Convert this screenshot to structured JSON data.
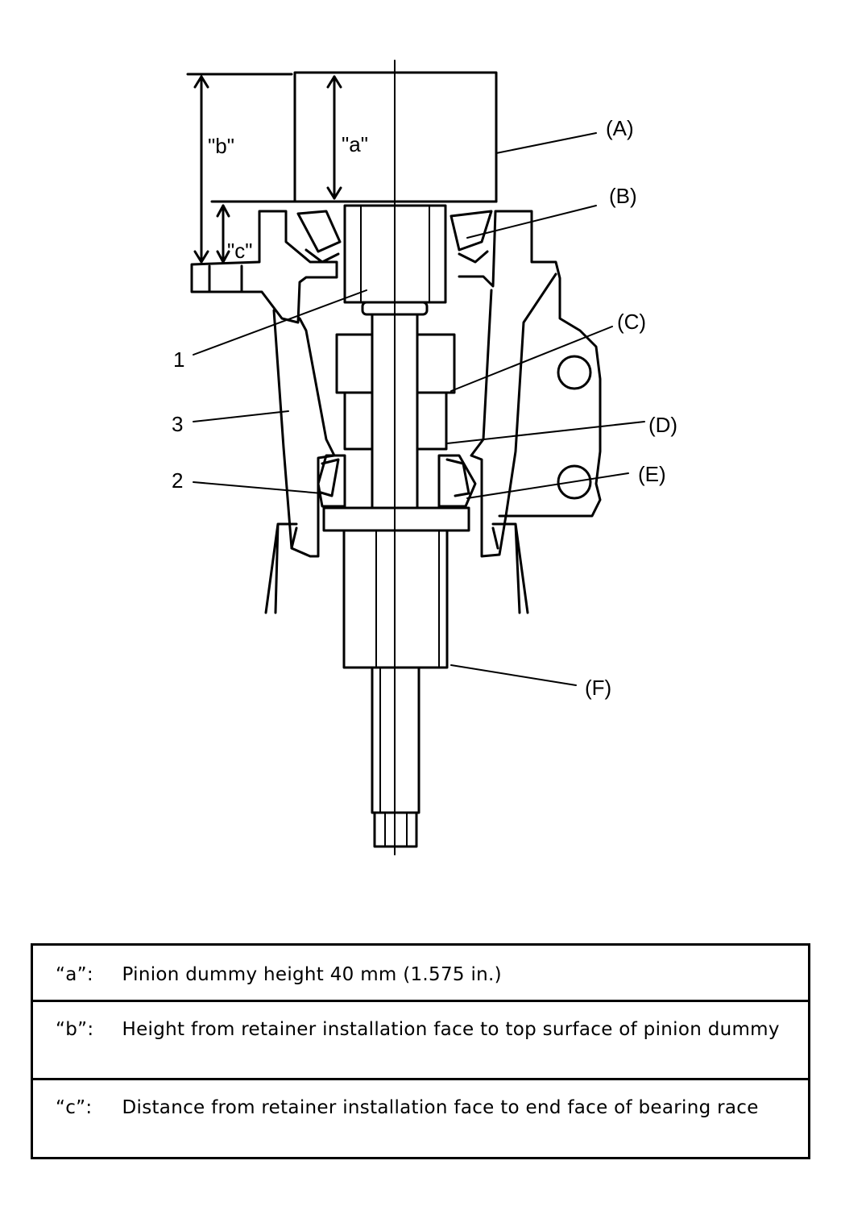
{
  "diagram": {
    "dimension_labels": {
      "a": "\"a\"",
      "b": "\"b\"",
      "c": "\"c\""
    },
    "callouts": {
      "A": "(A)",
      "B": "(B)",
      "C": "(C)",
      "D": "(D)",
      "E": "(E)",
      "F": "(F)",
      "n1": "1",
      "n2": "2",
      "n3": "3"
    }
  },
  "legend": {
    "rows": [
      {
        "key": "“a”:",
        "text": "Pinion dummy height 40 mm (1.575 in.)"
      },
      {
        "key": "“b”:",
        "text": "Height from retainer installation face to top surface of pinion dummy"
      },
      {
        "key": "“c”:",
        "text": "Distance from retainer installation face to end face of bearing race"
      }
    ]
  }
}
